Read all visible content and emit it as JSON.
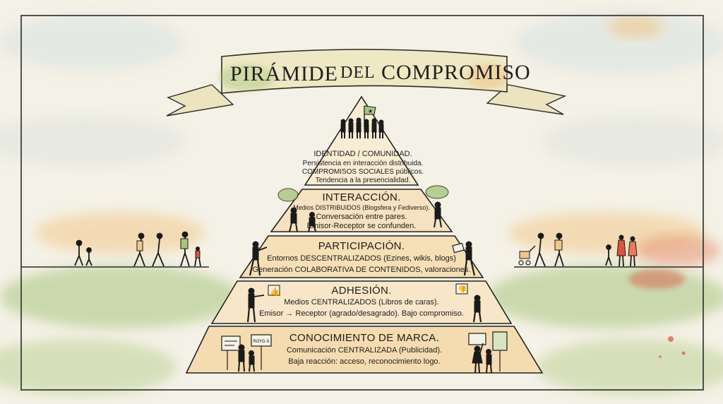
{
  "banner": {
    "title_part1": "PIRÁMIDE",
    "title_part2": "DEL",
    "title_part3": "COMPROMISO"
  },
  "levels": [
    {
      "title": "IDENTIDAD / COMUNIDAD.",
      "lines": [
        "Persistencia en interacción distribuida.",
        "COMPROMISOS SOCIALES públicos.",
        "Tendencia a la presencialidad."
      ]
    },
    {
      "title": "INTERACCIÓN.",
      "lines": [
        "Medios DISTRIBUIDOS (Blogsfera y Fediverso).",
        "Conversación entre pares.",
        "Emisor-Receptor se confunden."
      ]
    },
    {
      "title": "PARTICIPACIÓN.",
      "lines": [
        "Entornos DESCENTRALIZADOS (Ezines, wikis, blogs)",
        "Generación COLABORATIVA DE CONTENIDOS, valoraciones."
      ]
    },
    {
      "title": "ADHESIÓN.",
      "lines": [
        "Medios CENTRALIZADOS (Libros de caras).",
        "Emisor → Receptor (agrado/desagrado). Bajo compromiso."
      ]
    },
    {
      "title": "CONOCIMIENTO DE MARCA.",
      "lines": [
        "Comunicación CENTRALIZADA (Publicidad).",
        "Baja reacción: acceso, reconocimiento logo."
      ]
    }
  ],
  "sign_text": "ROYG-S",
  "colors": {
    "ink": "#1c1c1c",
    "paper": "#f4f1e6",
    "level_fill": "#f6e2c0",
    "level_alt": "#f8ecd4",
    "banner_fill": "#eee8c4",
    "grass": "#9fc07a",
    "accent_red": "#d8553f"
  },
  "icons": [
    "star-flag-icon",
    "speech-bubble-icon",
    "thumbs-up-icon",
    "thumbs-down-icon",
    "billboard-icon"
  ]
}
